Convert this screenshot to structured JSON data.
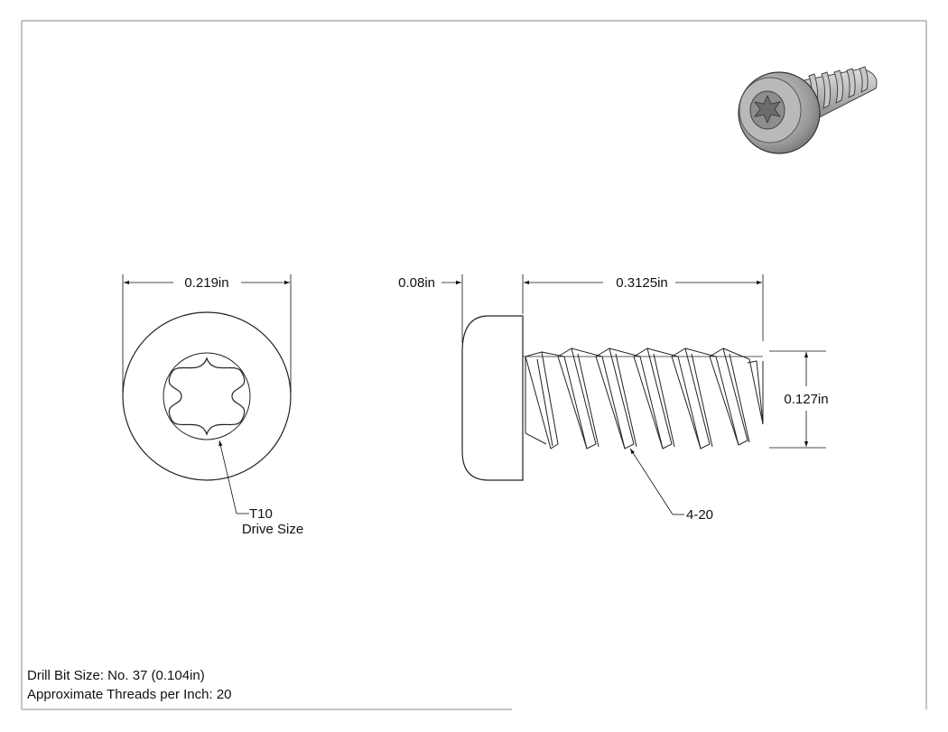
{
  "dimensions": {
    "head_diameter": "0.219in",
    "head_height": "0.08in",
    "length": "0.3125in",
    "thread_diameter": "0.127in"
  },
  "callouts": {
    "drive_line1": "T10",
    "drive_line2": "Drive Size",
    "thread": "4-20"
  },
  "notes": {
    "drill_bit": "Drill Bit Size: No. 37 (0.104in)",
    "threads_per_inch": "Approximate Threads per Inch: 20"
  }
}
